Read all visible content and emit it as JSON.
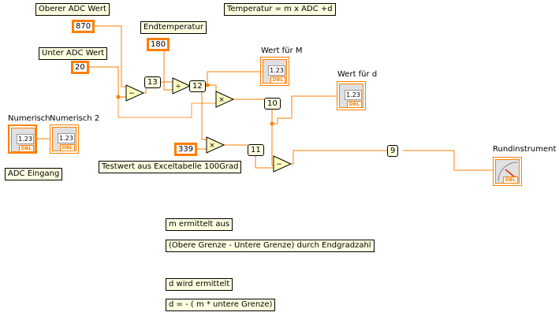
{
  "labels": {
    "oberer": "Oberer ADC Wert",
    "endtemp": "Endtemperatur",
    "unter": "Unter ADC Wert",
    "formula": "Temperatur = m x ADC +d",
    "adc": "ADC Eingang",
    "testwert": "Testwert aus Exceltabelle 100Grad",
    "m_info": "m ermittelt aus",
    "m_formula": "(Obere Grenze - Untere Grenze) durch Endgradzahl",
    "d_info": "d wird ermittelt",
    "d_formula": "d = - ( m * untere Grenze)"
  },
  "constants": {
    "oberer": "870",
    "endtemp": "180",
    "unter": "20",
    "testwert": "339"
  },
  "probes": {
    "p13": "13",
    "p12": "12",
    "p10": "10",
    "p11": "11",
    "p9": "9"
  },
  "terminals": {
    "numerisch": {
      "caption": "Numerisch",
      "value": "1.23",
      "type": "DBL"
    },
    "numerisch2": {
      "caption": "Numerisch 2",
      "value": "1.23",
      "type": "DBL"
    },
    "wert_m": {
      "caption": "Wert für M",
      "value": "1.23",
      "type": "DBL"
    },
    "wert_d": {
      "caption": "Wert  für d",
      "value": "1.23",
      "type": "DBL"
    },
    "rund": {
      "caption": "Rundinstrument",
      "type": "DBL"
    }
  },
  "functions": {
    "sub1": "−",
    "div": "÷",
    "mul1": "×",
    "mul2": "×",
    "sub2": "−"
  },
  "colors": {
    "wire": "#ff7f00",
    "label_bg": "#ffffe1",
    "gray_wire": "#b0b0b0"
  }
}
